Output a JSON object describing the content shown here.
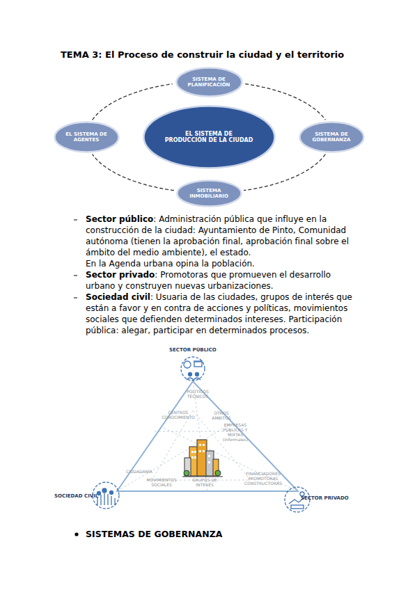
{
  "diagram": {
    "title": "TEMA 3: El Proceso de construir la ciudad y el territorio",
    "nodes": [
      {
        "text": [
          "SISTEMA DE PLANIFICACIÓN"
        ]
      },
      {
        "text": [
          "EL SISTEMA DE AGENTES"
        ]
      },
      {
        "text": [
          "EL SISTEMA DE PRODUCCIÓN DE LA CIUDAD"
        ]
      },
      {
        "text": [
          "SISTEMA DE GOBERNANZA"
        ]
      },
      {
        "text": [
          "SISTEMA INMOBILIARIO"
        ]
      }
    ],
    "edges": [
      {
        "from": 0,
        "to": 3,
        "arrow": "none"
      },
      {
        "from": 3,
        "to": 4,
        "arrow": "none"
      },
      {
        "from": 4,
        "to": 1,
        "arrow": "none"
      },
      {
        "from": 1,
        "to": 0,
        "arrow": "none"
      }
    ],
    "labels": [
      "Sector público",
      ": Administración pública que influye en la construcción de la ciudad: Ayuntamiento de Pinto, Comunidad autónoma (tienen la aprobación final, aprobación final sobre el ámbito del medio ambiente), el estado.",
      "En la Agenda urbana opina la población.",
      "Sector privado",
      ": Promotoras que promueven el desarrollo urbano y construyen nuevas urbanizaciones.",
      "Sociedad civil",
      ": Usuaria de las ciudades, grupos de interés que están a favor y en contra de acciones y políticas, movimientos sociales que defienden determinados intereses. Participación pública: alegar, participar en determinados procesos.",
      "SECTOR PÚBLICO",
      "POLÍTICOS TÉCNICOS",
      "CENTROS CONOCIMIENTO",
      "OTROS ÁMBITOS",
      "EMPRESAS PÚBLICAS Y MIXTAS (informales)",
      "SOCIEDAD CIVIL",
      "CIUDADANÍA",
      "MOVIMIENTOS SOCIALES",
      "GRUPOS DE INTERÉS",
      "FINANCIADORES PROMOTORAS CONSTRUCTORAS",
      "SECTOR PRIVADO",
      "SISTEMAS DE GOBERNANZA"
    ]
  }
}
